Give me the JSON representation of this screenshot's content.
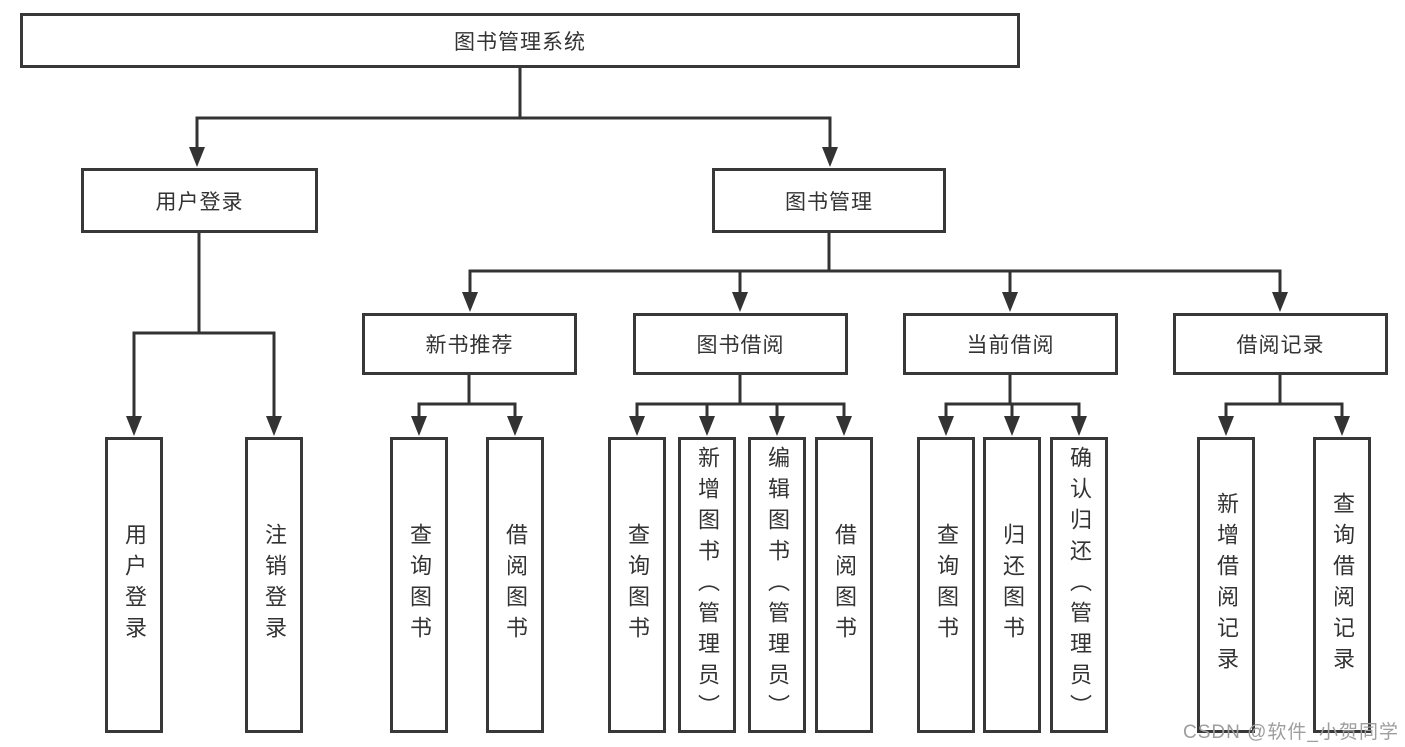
{
  "nodes": {
    "root": {
      "label": "图书管理系统"
    },
    "user_login": {
      "label": "用户登录"
    },
    "book_mgmt": {
      "label": "图书管理"
    },
    "new_book_rec": {
      "label": "新书推荐"
    },
    "book_borrow": {
      "label": "图书借阅"
    },
    "current_borrow": {
      "label": "当前借阅"
    },
    "borrow_records": {
      "label": "借阅记录"
    },
    "leaf_user_login": {
      "label": "用户登录"
    },
    "leaf_logout": {
      "label": "注销登录"
    },
    "leaf_rec_query_books": {
      "label": "查询图书"
    },
    "leaf_rec_borrow_books": {
      "label": "借阅图书"
    },
    "leaf_bb_query_books": {
      "label": "查询图书"
    },
    "leaf_bb_add_books": {
      "label": "新增图书（管理员）"
    },
    "leaf_bb_edit_books": {
      "label": "编辑图书（管理员）"
    },
    "leaf_bb_borrow_books": {
      "label": "借阅图书"
    },
    "leaf_cb_query_books": {
      "label": "查询图书"
    },
    "leaf_cb_return_books": {
      "label": "归还图书"
    },
    "leaf_cb_confirm_return": {
      "label": "确认归还（管理员）"
    },
    "leaf_br_add_record": {
      "label": "新增借阅记录"
    },
    "leaf_br_query_record": {
      "label": "查询借阅记录"
    }
  },
  "structure": {
    "图书管理系统": {
      "用户登录": [
        "用户登录",
        "注销登录"
      ],
      "图书管理": {
        "新书推荐": [
          "查询图书",
          "借阅图书"
        ],
        "图书借阅": [
          "查询图书",
          "新增图书（管理员）",
          "编辑图书（管理员）",
          "借阅图书"
        ],
        "当前借阅": [
          "查询图书",
          "归还图书",
          "确认归还（管理员）"
        ],
        "借阅记录": [
          "新增借阅记录",
          "查询借阅记录"
        ]
      }
    }
  },
  "watermark": {
    "text": "CSDN @软件_小贺同学"
  },
  "colors": {
    "line": "#333333",
    "box_border": "#383838",
    "box_fill": "#ffffff",
    "text": "#333333",
    "watermark": "#9e9e9e",
    "background": "#ffffff"
  }
}
